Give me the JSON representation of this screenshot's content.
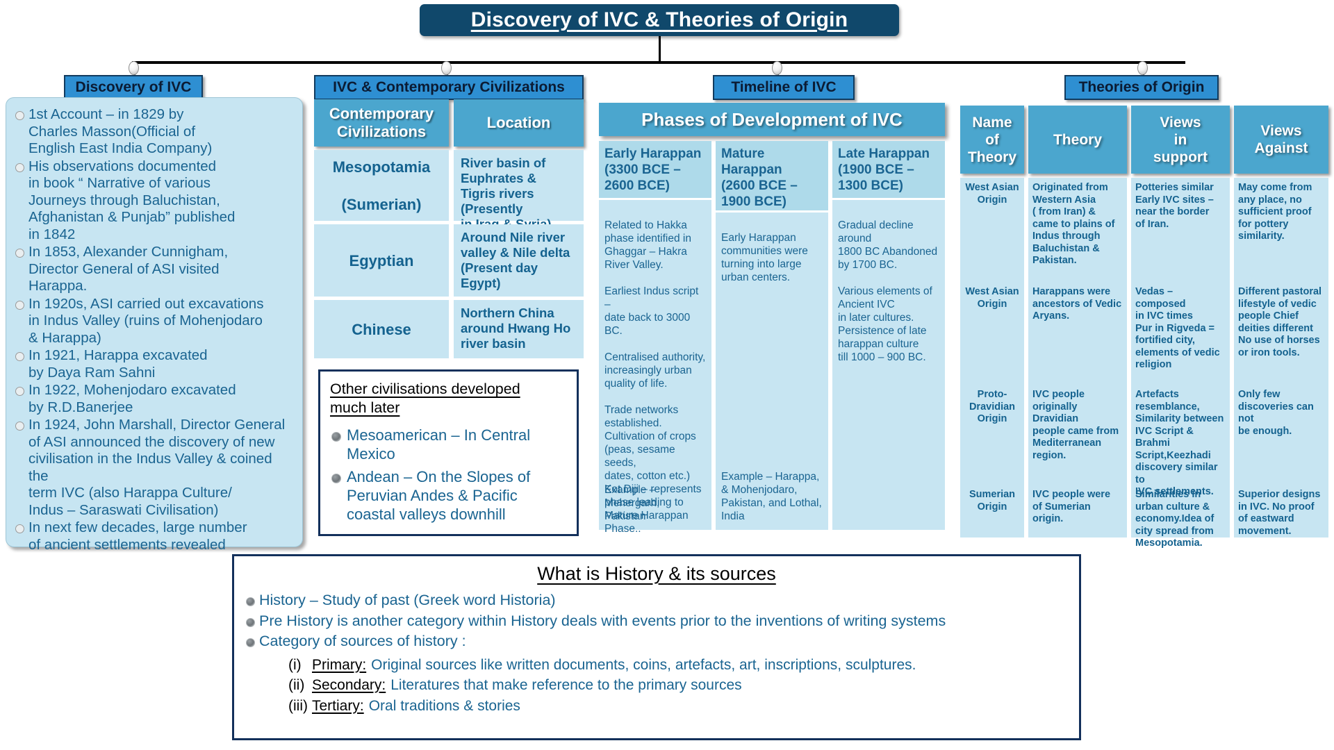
{
  "root": {
    "title": "Discovery of IVC & Theories of Origin"
  },
  "columns": [
    {
      "label": "Discovery of IVC"
    },
    {
      "label": "IVC & Contemporary Civilizations"
    },
    {
      "label": "Timeline of IVC"
    },
    {
      "label": "Theories of Origin"
    }
  ],
  "discovery": {
    "items": [
      "1st Account – in 1829 by\nCharles Masson(Official of\nEnglish East India Company)",
      "His observations documented\nin book “ Narrative of various\nJourneys through Baluchistan,\nAfghanistan & Punjab” published\nin 1842",
      "In 1853, Alexander Cunnigham,\nDirector General of ASI visited\nHarappa.",
      "In 1920s, ASI carried out excavations\nin Indus Valley (ruins of Mohenjodaro\n& Harappa)",
      "In 1921, Harappa excavated\nby Daya Ram Sahni",
      "In 1922, Mohenjodaro excavated\nby R.D.Banerjee",
      "In 1924, John Marshall, Director General\nof ASI announced the discovery of new\ncivilisation in the Indus Valley & coined the\nterm IVC (also Harappa Culture/\nIndus – Saraswati Civilisation)",
      "In next few decades, large number\nof ancient settlements revealed"
    ]
  },
  "contemporary": {
    "headers": [
      "Contemporary\nCivilizations",
      "Location"
    ],
    "rows": [
      {
        "civ": "Mesopotamia\n\n(Sumerian)",
        "location": "River basin of\nEuphrates &\nTigris rivers (Presently\nin Iraq & Syria)"
      },
      {
        "civ": "Egyptian",
        "location": "Around Nile river\nvalley & Nile delta\n(Present day Egypt)"
      },
      {
        "civ": "Chinese",
        "location": "Northern China\naround Hwang Ho\nriver basin"
      }
    ]
  },
  "other_civilisations": {
    "title": "Other civilisations developed\nmuch later",
    "items": [
      "Mesoamerican – In Central\nMexico",
      "Andean – On the Slopes of\nPeruvian  Andes & Pacific\ncoastal valleys downhill"
    ]
  },
  "phases": {
    "header": "Phases of Development of IVC",
    "columns": [
      {
        "title": "Early Harappan\n(3300 BCE –\n2600 BCE)",
        "body": "Related to Hakka\nphase identified in\nGhaggar – Hakra\nRiver Valley.\n\nEarliest Indus script –\ndate back to 3000 BC.\n\nCentralised authority,\nincreasingly urban\nquality of life.\n\nTrade networks\nestablished.\nCultivation of crops\n(peas, sesame seeds,\ndates, cotton etc.)\nKot Diji – represents\nphase leading to\nMature Harappan\nPhase..",
        "example": "Example – Mehergarh,\n Pakistan"
      },
      {
        "title": "Mature\nHarappan\n(2600 BCE –\n1900 BCE)",
        "body": "Early Harappan\ncommunities were\nturning into large\nurban centers.",
        "example": "Example – Harappa,\n& Mohenjodaro,\nPakistan, and  Lothal,\nIndia"
      },
      {
        "title": "Late Harappan\n(1900 BCE –\n1300 BCE)",
        "body": "Gradual decline around\n1800 BC Abandoned\nby 1700 BC.\n\nVarious elements of\nAncient IVC\nin later cultures.\nPersistence of late\nharappan culture\ntill 1000 – 900 BC.",
        "example": ""
      }
    ]
  },
  "theories": {
    "headers": [
      "Name\nof\nTheory",
      "Theory",
      "Views\nin\nsupport",
      "Views\nAgainst"
    ],
    "rows": [
      {
        "name": "West Asian\nOrigin",
        "theory": "Originated from\nWestern Asia\n( from Iran) &\ncame to plains of\nIndus through\nBaluchistan &\nPakistan.",
        "support": "Potteries similar\nEarly IVC sites –\nnear the border\nof Iran.",
        "against": "May come from\nany place, no\nsufficient proof\nfor pottery\nsimilarity."
      },
      {
        "name": "West Asian\nOrigin",
        "theory": "Harappans were\nancestors of Vedic\nAryans.",
        "support": "Vedas – composed\nin IVC times\nPur in Rigveda =\nfortified city,\nelements of vedic\nreligion",
        "against": "Different pastoral\nlifestyle of vedic\npeople Chief\ndeities different\nNo use of horses\nor iron tools."
      },
      {
        "name": "Proto-\nDravidian\nOrigin",
        "theory": "IVC people\noriginally Dravidian\npeople came from\nMediterranean\nregion.",
        "support": "Artefacts\nresemblance,\nSimilarity between\nIVC Script & Brahmi\n Script,Keezhadi\ndiscovery similar to\nIVC settlements.",
        "against": "Only few\ndiscoveries can not\nbe enough."
      },
      {
        "name": "Sumerian\nOrigin",
        "theory": "IVC people were\nof Sumerian origin.",
        "support": "Similarities in\nurban culture &\neconomy.Idea of\ncity spread from\nMesopotamia.",
        "against": "Superior designs\n in IVC. No proof\nof eastward\nmovement."
      }
    ]
  },
  "history": {
    "title": "What is History & its sources",
    "bullets": [
      "History – Study of past (Greek word Historia)",
      "Pre History is another category within History deals with events prior to the inventions of writing systems",
      "Category of sources of history :"
    ],
    "sub_items": [
      {
        "num": "(i)",
        "label": "Primary:",
        "text": "Original sources like written documents, coins, artefacts, art, inscriptions, sculptures."
      },
      {
        "num": "(ii)",
        "label": "Secondary:",
        "text": "Literatures that make reference to the primary sources"
      },
      {
        "num": "(iii)",
        "label": "Tertiary:",
        "text": "Oral traditions & stories"
      }
    ]
  }
}
